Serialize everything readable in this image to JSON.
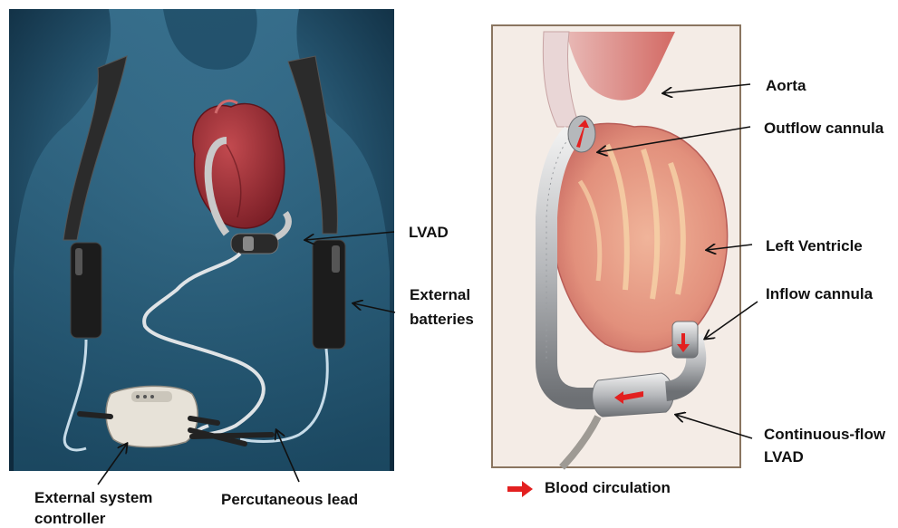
{
  "left_panel": {
    "labels": {
      "lvad": "LVAD",
      "external_batteries": [
        "External",
        "batteries"
      ],
      "external_system_controller": [
        "External system",
        "controller"
      ],
      "percutaneous_lead": "Percutaneous lead"
    }
  },
  "right_panel": {
    "labels": {
      "aorta": "Aorta",
      "outflow_cannula": "Outflow cannula",
      "left_ventricle": "Left Ventricle",
      "inflow_cannula": "Inflow cannula",
      "continuous_flow_lvad": [
        "Continuous-flow",
        "LVAD"
      ]
    },
    "legend": {
      "blood_circulation": "Blood circulation"
    }
  },
  "colors": {
    "body_bg_dark": "#0e2a3d",
    "body_bg_light": "#4f8aa6",
    "heart_red": "#a8323a",
    "heart_light": "#e8a090",
    "arrow_red": "#e32020",
    "frame_brown": "#8a7560",
    "panel_bg": "#f4ece6"
  }
}
